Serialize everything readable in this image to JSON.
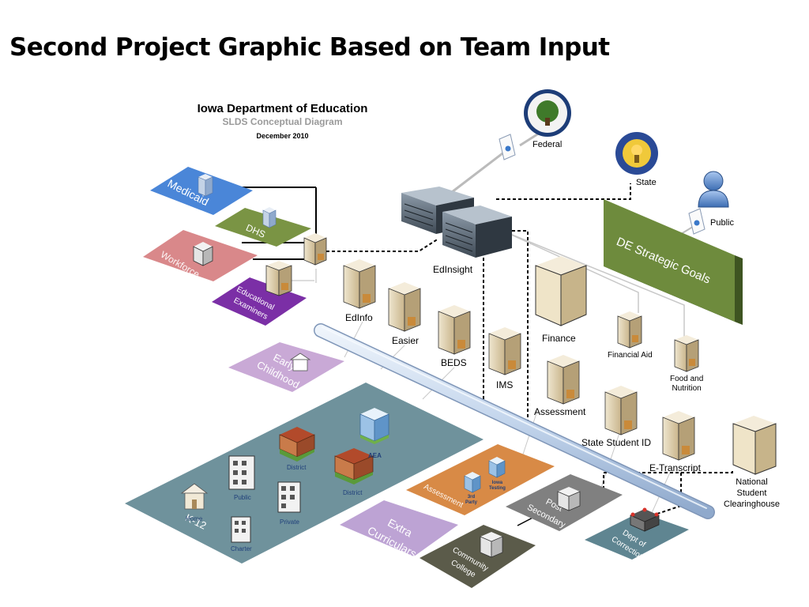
{
  "title": "Second Project Graphic Based on Team Input",
  "header": {
    "org": "Iowa Department of Education",
    "subtitle": "SLDS Conceptual Diagram",
    "date": "December 2010"
  },
  "sources": {
    "federal": "Federal",
    "state": "State",
    "public": "Public"
  },
  "goals_banner": "DE Strategic Goals",
  "hub": "EdInsight",
  "systems": {
    "edinfo": "EdInfo",
    "easier": "Easier",
    "beds": "BEDS",
    "ims": "IMS",
    "finance": "Finance",
    "financial_aid": "Financial Aid",
    "food_nutrition_1": "Food and",
    "food_nutrition_2": "Nutrition",
    "assessment": "Assessment",
    "state_student_id": "State Student ID",
    "etranscript": "E-Transcript",
    "nsc_1": "National",
    "nsc_2": "Student",
    "nsc_3": "Clearinghouse"
  },
  "agencies": {
    "medicaid": "Medicaid",
    "dhs": "DHS",
    "workforce": "Workforce",
    "edex_1": "Educational",
    "edex_2": "Examiners"
  },
  "regions": {
    "early_childhood_1": "Early",
    "early_childhood_2": "Childhood",
    "k12": "K-12",
    "home": "Home",
    "public": "Public",
    "charter": "Charter",
    "private": "Private",
    "district_1": "District",
    "district_2": "District",
    "aea": "AEA",
    "extra_1": "Extra",
    "extra_2": "Curriculars",
    "assessment_tile": "Assessment",
    "third_party_1": "3rd",
    "third_party_2": "Party",
    "iowa_testing_1": "Iowa",
    "iowa_testing_2": "Testing",
    "post_1": "Post",
    "post_2": "Secondary",
    "cc_1": "Community",
    "cc_2": "College",
    "corr_1": "Dept of",
    "corr_2": "Correction"
  },
  "colors": {
    "medicaid": "#4a86d8",
    "dhs": "#7a9444",
    "workforce": "#d9888a",
    "examiners": "#7b2fa6",
    "early_childhood": "#c9a9d6",
    "k12": "#6f929c",
    "extra": "#bda3d4",
    "assessment": "#d88a46",
    "post_secondary": "#808080",
    "community_college": "#5b5b4a",
    "correction": "#5f8591",
    "goals": "#6e8b3d",
    "pipe": "#c9d9ee"
  }
}
